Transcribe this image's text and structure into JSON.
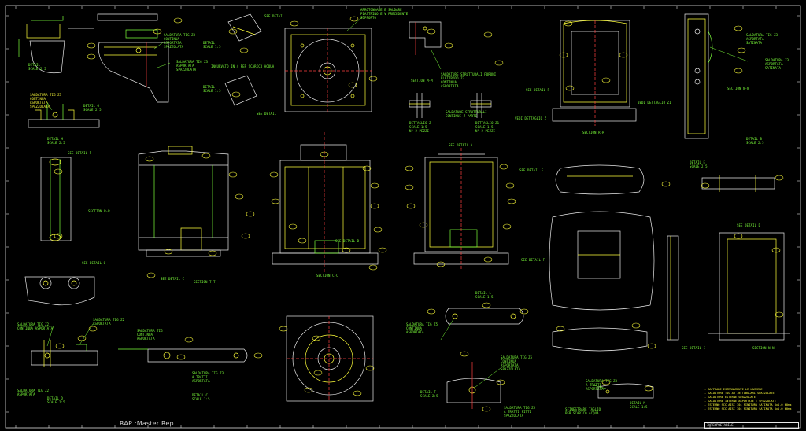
{
  "watermark": "RAP :Master Rep",
  "labels": {
    "detail_scale_25_a": "DETAIL\nSCALE 2:5",
    "saldatura_tig_z3_a": "SALDATURA TIG Z3\nCONTINUA\nASPORTATA\nSPAZZOLATA",
    "saldatura_tig_z3_b": "SALDATURA TIG Z3\nASPORTATA\nSPAZZOLATA",
    "detail_g": "DETAIL G\nSCALE 2:5",
    "detail_h": "DETAIL H\nSCALE 2:5",
    "detail_scale_15": "DETAIL\nSCALE 1:5",
    "detail_scale_15b": "DETAIL\nSCALE 1:5",
    "incurvato": "INCURVATO IN 4 PER SCARICO ACQUA",
    "see_detail_top": "SEE DETAIL",
    "arrotondare": "ARROTONDARE E SALDARE\nPIASTRINO E V PRECEDENTE\nSUPPORTO",
    "see_detail_center": "SEE DETAIL",
    "section_mm": "SECTION M-M",
    "saldature_strutturali": "SALDATURE STRUTTURALI FORONI\nELETTRODO Z3\nCONTINUA\nASPORTATA",
    "saldature_strutturali_b": "SALDATURE STRUTTURALI\nCONTINUE Z PARTI",
    "dettaglio_z": "DETTAGLIO Z\nSCALE 1:5\nN° 2 PEZZI",
    "dettaglio_z1": "DETTAGLIO Z1\nSCALE 1:5\nN° 2 PEZZI",
    "see_detail_r": "SEE DETAIL R",
    "vedi_dettaglio_z1": "VEDI DETTAGLIO Z1",
    "vedi_dettaglio_z": "VEDI DETTAGLIO Z",
    "section_rr": "SECTION R-R",
    "saldatura_tig_z3_right": "SALDATURA TIG Z3\nASPORTATA\nSATINATA",
    "saldatura_z3_right_b": "SALDATURA Z3\nASPORTATA\nSATINATA",
    "section_nn": "SECTION N-N",
    "see_detail_p": "SEE DETAIL P",
    "section_pp": "SECTION P-P",
    "see_detail_o": "SEE DETAIL O",
    "see_detail_c": "SEE DETAIL C",
    "section_tt": "SECTION T-T",
    "section_cc": "SECTION C-C",
    "see_detail_b": "SEE DETAIL B",
    "see_detail_a": "SEE DETAIL A",
    "see_detail_e": "SEE DETAIL E",
    "see_detail_f": "SEE DETAIL F",
    "detail_e": "DETAIL E\nSCALE 2:5",
    "detail_b": "DETAIL B\nSCALE 2:5",
    "see_detail_d": "SEE DETAIL D",
    "see_detail_i": "SEE DETAIL I",
    "detail_l": "DETAIL L\nSCALE 1:5",
    "saldatura_tig_z2_a": "SALDATURA TIG Z2\nCONTINUA ASPORTATA",
    "saldatura_tig_z2_b": "SALDATURA TIG Z2\nASPORTATA",
    "saldatura_tig_z2_c": "SALDATURA TIG Z2\nASPORTATA",
    "detail_d": "DETAIL D\nSCALE 2:5",
    "saldatura_tig_continua": "SALDATURA TIG\nCONTINUA\nASPORTATA",
    "saldatura_tig_tratti": "SALDATURA TIG Z3\nA TRATTI\nASPORTATA",
    "detail_c": "DETAIL C\nSCALE 1:5",
    "saldatura_tig_z5": "SALDATURA TIG Z5\nCONTINUA\nASPORTATA",
    "saldatura_tig_z5b": "SALDATURA TIG Z5\nCONTINUA\nASPORTATA\nSPAZZOLATA",
    "saldatura_tig_z5c": "SALDATURA TIG Z5\nA TRATTI FITTI\nSPAZZOLATA",
    "detail_f": "DETAIL F\nSCALE 2:5",
    "saldatura_tig_z3_tratti": "SALDATURA TIG Z3\nA TRATTI\nASPORTATA",
    "detail_m": "DETAIL M\nSCALE 1:5",
    "sfinestrare": "SFINESTRARE TAGLIO\nPER SCARICO ACQUA",
    "section_nn_bottom": "SECTION N-N",
    "see_detail_bottom": "SEE DETAIL"
  },
  "notes": [
    "- SAPPIARE ESTERNAMENTE LE LAMIERE",
    "- SALDATURE TIG A0 IN TUBOLARI SPAZZOLATE",
    "- SALDATURE ESTERNE SPAZZOLATE",
    "- SALDATURE INTERNE ASPORTATE E SPAZZOLATE",
    "- ESTERNO SCC AISI 304 FINITURA SATINATA 8x1.0 60mm",
    "- ESTERNO SCC AISI 304 FINITURA SATINATA 8x1.0 60mm"
  ],
  "titleblock": "INTERPRETABILE"
}
